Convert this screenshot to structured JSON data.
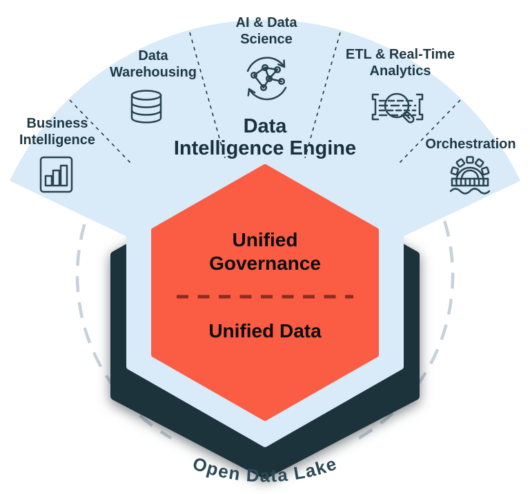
{
  "background_color": "#ffffff",
  "colors": {
    "fan_fill": "#d9eaf8",
    "hex_border_fill": "#d9eaf8",
    "hex_orange": "#fb5c44",
    "hex_navy": "#1d333c",
    "label_text": "#1e3943",
    "engine_text": "#17323d",
    "unified_text": "#0d0d0e",
    "divider_dash": "#8c2b1f",
    "circle_dash": "#c7d1da",
    "lake_text": "#2c4a56",
    "icon_stroke": "#28434e"
  },
  "fan": {
    "title": {
      "line1": "Data",
      "line2": "Intelligence Engine"
    },
    "sections": [
      {
        "label_line1": "Business",
        "label_line2": "Intelligence",
        "icon": "bar-chart-icon"
      },
      {
        "label_line1": "Data",
        "label_line2": "Warehousing",
        "icon": "database-icon"
      },
      {
        "label_line1": "AI & Data",
        "label_line2": "Science",
        "icon": "network-cycle-icon"
      },
      {
        "label_line1": "ETL & Real-Time",
        "label_line2": "Analytics",
        "icon": "pipeline-magnifier-icon"
      },
      {
        "label_line1": "Orchestration",
        "label_line2": "",
        "icon": "gear-bridge-icon"
      }
    ]
  },
  "hexagon": {
    "governance": {
      "line1": "Unified",
      "line2": "Governance"
    },
    "data_label": "Unified Data"
  },
  "lake_label": "Open Data Lake"
}
